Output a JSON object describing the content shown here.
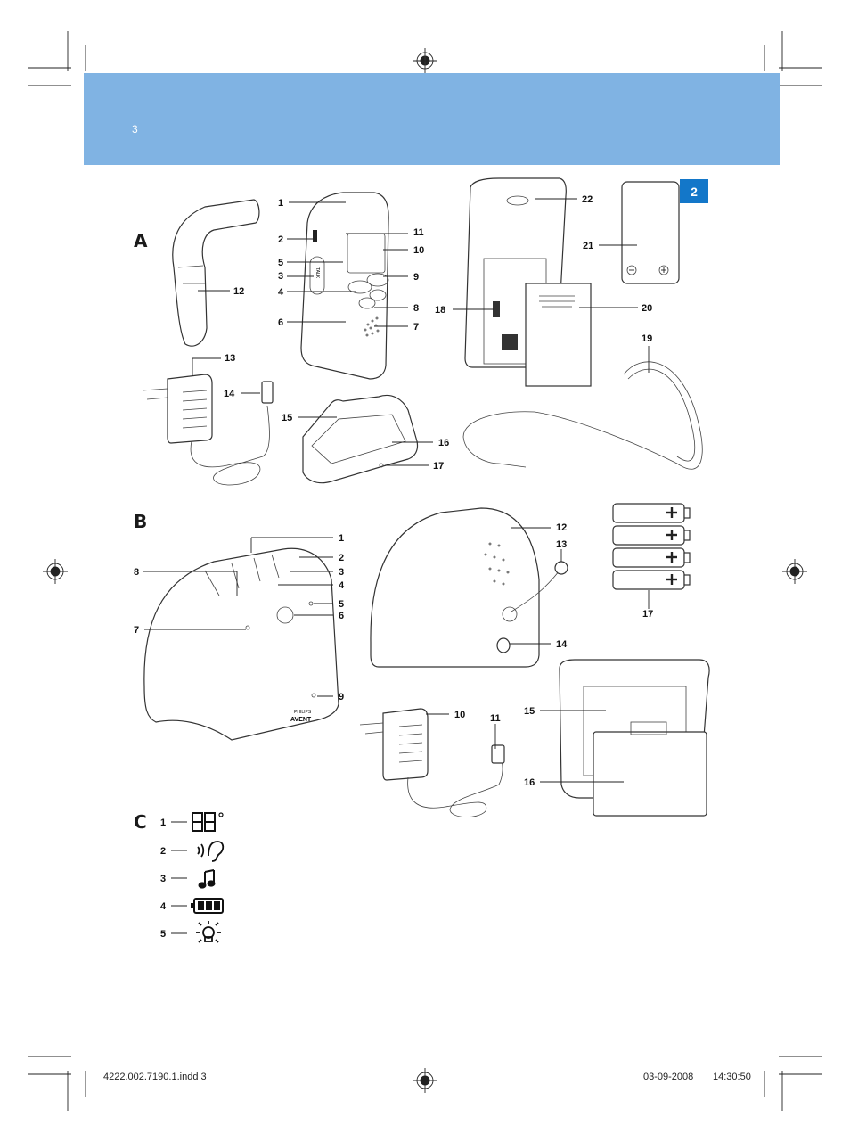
{
  "header": {
    "page_number": "3",
    "tab_label": "2",
    "band_color": "#80b3e3",
    "tab_color": "#1377c9"
  },
  "sections": {
    "a": "A",
    "b": "B",
    "c": "C"
  },
  "callouts_a": {
    "n1": "1",
    "n2": "2",
    "n3": "3",
    "n4": "4",
    "n5": "5",
    "n6": "6",
    "n7": "7",
    "n8": "8",
    "n9": "9",
    "n10": "10",
    "n11": "11",
    "n12": "12",
    "n13": "13",
    "n14": "14",
    "n15": "15",
    "n16": "16",
    "n17": "17",
    "n18": "18",
    "n19": "19",
    "n20": "20",
    "n21": "21",
    "n22": "22"
  },
  "callouts_b": {
    "n1": "1",
    "n2": "2",
    "n3": "3",
    "n4": "4",
    "n5": "5",
    "n6": "6",
    "n7": "7",
    "n8": "8",
    "n9": "9",
    "n10": "10",
    "n11": "11",
    "n12": "12",
    "n13": "13",
    "n14": "14",
    "n15": "15",
    "n16": "16",
    "n17": "17"
  },
  "legend_c": [
    {
      "num": "1",
      "icon": "temperature-display-icon"
    },
    {
      "num": "2",
      "icon": "sound-ear-icon"
    },
    {
      "num": "3",
      "icon": "music-note-icon"
    },
    {
      "num": "4",
      "icon": "battery-icon"
    },
    {
      "num": "5",
      "icon": "nightlight-bulb-icon"
    }
  ],
  "device_text": {
    "talk": "TALK",
    "brand": "PHILIPS",
    "brand_logo": "AVENT"
  },
  "footer": {
    "file": "4222.002.7190.1.indd   3",
    "date": "03-09-2008",
    "time": "14:30:50"
  }
}
